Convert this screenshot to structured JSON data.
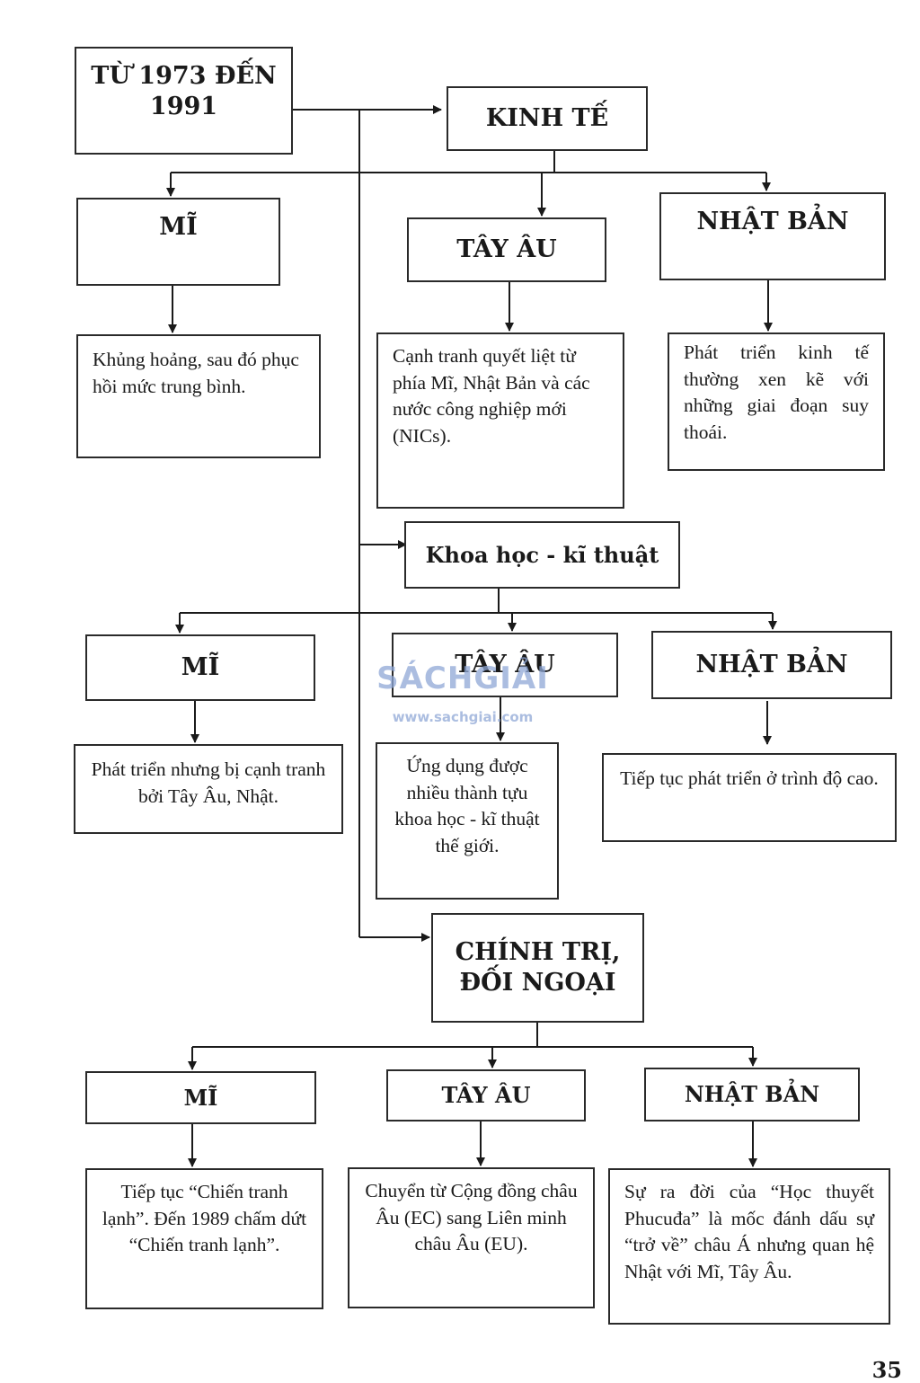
{
  "root": {
    "title": "TỪ 1973 ĐẾN 1991"
  },
  "sections": [
    {
      "title": "KINH TẾ",
      "regions": [
        {
          "name": "MĨ",
          "text": "Khủng hoảng, sau đó phục hồi mức trung bình."
        },
        {
          "name": "TÂY ÂU",
          "text": "Cạnh tranh quyết liệt từ phía Mĩ, Nhật Bản và các nước công nghiệp mới (NICs)."
        },
        {
          "name": "NHẬT BẢN",
          "text": "Phát triển kinh tế thường xen kẽ với những giai đoạn suy thoái."
        }
      ]
    },
    {
      "title": "Khoa học - kĩ thuật",
      "regions": [
        {
          "name": "MĨ",
          "text": "Phát triển nhưng bị cạnh tranh bởi Tây Âu, Nhật."
        },
        {
          "name": "TÂY ÂU",
          "text": "Ứng dụng được nhiều thành tựu khoa học - kĩ thuật thế giới."
        },
        {
          "name": "NHẬT BẢN",
          "text": "Tiếp tục phát triển ở trình độ cao."
        }
      ]
    },
    {
      "title": "CHÍNH TRỊ, ĐỐI NGOẠI",
      "regions": [
        {
          "name": "MĨ",
          "text": "Tiếp tục “Chiến tranh lạnh”. Đến 1989 chấm dứt “Chiến tranh lạnh”."
        },
        {
          "name": "TÂY ÂU",
          "text": "Chuyển từ Cộng đồng châu Âu (EC) sang Liên minh châu Âu (EU)."
        },
        {
          "name": "NHẬT BẢN",
          "text": "Sự ra đời của “Học thuyết Phucuđa” là mốc đánh dấu sự “trở về” châu Á nhưng quan hệ Nhật với Mĩ, Tây Âu."
        }
      ]
    }
  ],
  "watermark": {
    "name": "SÁCHGIẢI",
    "url": "www.sachgiai.com"
  },
  "page_number": "35"
}
